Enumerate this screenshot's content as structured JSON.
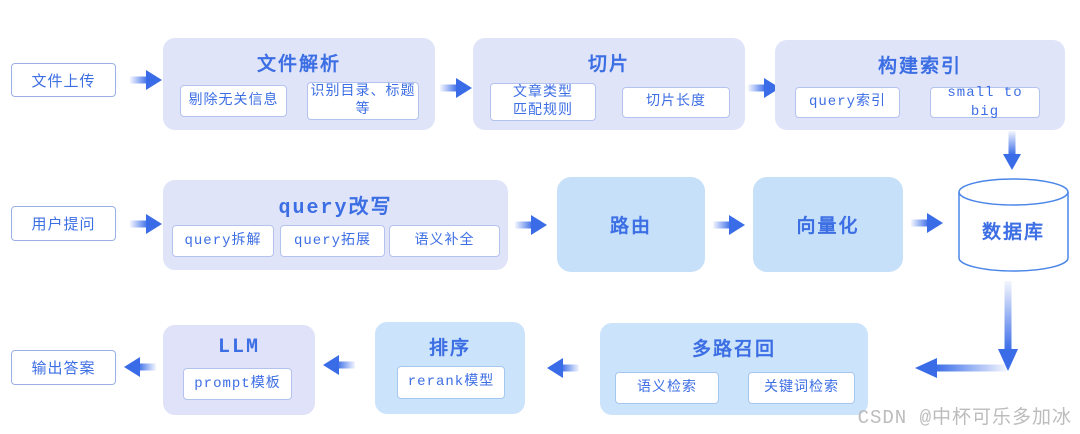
{
  "colors": {
    "accent": "#3c6ee4",
    "arrow": "#3a6ce8",
    "periwinkle": "#dfe4f9",
    "llmfill": "#dfe2f8",
    "sky1": "#c6e0fa",
    "sky2": "#cbe3fb",
    "border-sub": "#b4c3ee",
    "border-io": "#9bb0e8",
    "db-stroke": "#4a86e8",
    "watermark": "#bcbcbc"
  },
  "io": {
    "file_upload": "文件上传",
    "user_question": "用户提问",
    "output_answer": "输出答案"
  },
  "row1": {
    "parse": {
      "title": "文件解析",
      "items": {
        "remove": "剔除无关信息",
        "recognize": "识别目录、标题\n等"
      }
    },
    "slice": {
      "title": "切片",
      "items": {
        "rules": "文章类型\n匹配规则",
        "length": "切片长度"
      }
    },
    "index": {
      "title": "构建索引",
      "items": {
        "query_index": "query索引",
        "small_to_big": "small to big"
      }
    }
  },
  "row2": {
    "rewrite": {
      "title": "query改写",
      "items": {
        "split": "query拆解",
        "expand": "query拓展",
        "complete": "语义补全"
      }
    },
    "routing": "路由",
    "vectorize": "向量化",
    "database": "数据库"
  },
  "row3": {
    "llm": {
      "title": "LLM",
      "items": {
        "prompt": "prompt模板"
      }
    },
    "rank": {
      "title": "排序",
      "items": {
        "rerank": "rerank模型"
      }
    },
    "recall": {
      "title": "多路召回",
      "items": {
        "semantic": "语义检索",
        "keyword": "关键词检索"
      }
    }
  },
  "watermark": "CSDN @中杯可乐多加冰"
}
